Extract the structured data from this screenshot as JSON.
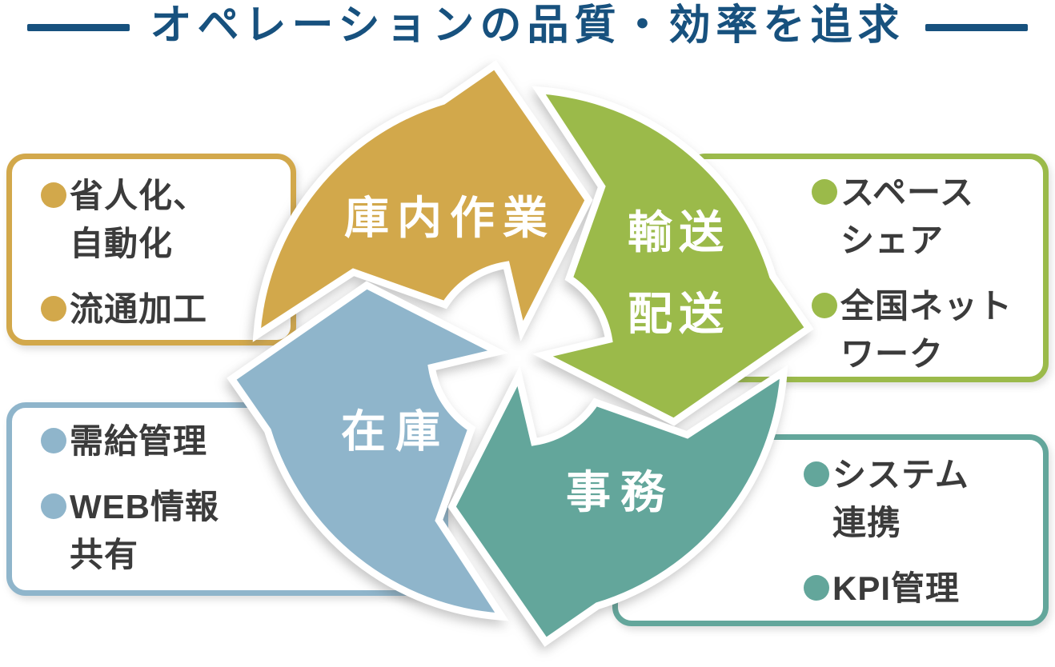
{
  "title": {
    "text": "オペレーションの品質・効率を追求"
  },
  "colors": {
    "gold": "#D2A84B",
    "green": "#9BBA4A",
    "teal": "#63A69B",
    "blue": "#8FB5CB",
    "title_navy": "#17517E",
    "text_dark": "#3B3B3B",
    "label_white": "#FFFFFF"
  },
  "cycle": {
    "description": "clockwise four-arrow cycle",
    "segments": [
      {
        "id": "warehouse-work",
        "label": "庫内作業",
        "color_key": "gold",
        "rotation": 0
      },
      {
        "id": "transport-delivery",
        "label": "輸送\n配送",
        "color_key": "green",
        "rotation": 90
      },
      {
        "id": "office-work",
        "label": "事務",
        "color_key": "teal",
        "rotation": 180
      },
      {
        "id": "inventory",
        "label": "在庫",
        "color_key": "blue",
        "rotation": 270
      }
    ]
  },
  "boxes": [
    {
      "id": "warehouse-features",
      "color_key": "gold",
      "items": [
        "省人化、\n自動化",
        "流通加工"
      ]
    },
    {
      "id": "transport-features",
      "color_key": "green",
      "items": [
        "スペース\nシェア",
        "全国ネット\nワーク"
      ]
    },
    {
      "id": "inventory-features",
      "color_key": "blue",
      "items": [
        "需給管理",
        "WEB情報\n共有"
      ]
    },
    {
      "id": "office-features",
      "color_key": "teal",
      "items": [
        "システム\n連携",
        "KPI管理"
      ]
    }
  ]
}
